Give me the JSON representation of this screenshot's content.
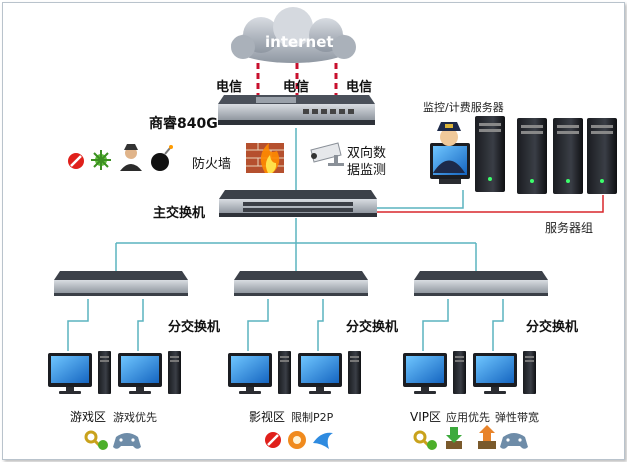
{
  "cloud": {
    "label": "internet"
  },
  "isp_labels": [
    "电信",
    "电信",
    "电信"
  ],
  "router": {
    "label": "商睿840G"
  },
  "security": {
    "firewall_label": "防火墙",
    "monitor_label_line1": "双向数",
    "monitor_label_line2": "据监测"
  },
  "server": {
    "monitor_label": "监控/计费服务器",
    "group_label": "服务器组"
  },
  "core_switch": {
    "label": "主交换机"
  },
  "branch_switch_label": "分交换机",
  "zones": [
    {
      "name": "游戏区",
      "feature": "游戏优先"
    },
    {
      "name": "影视区",
      "feature": "限制P2P"
    },
    {
      "name": "VIP区",
      "feature": "应用优先",
      "feature2": "弹性带宽"
    }
  ],
  "colors": {
    "cable": "#5ab4bf",
    "server_link": "#d9262c",
    "dashed": "#c8102e",
    "switch_body": "#2b2f36"
  }
}
